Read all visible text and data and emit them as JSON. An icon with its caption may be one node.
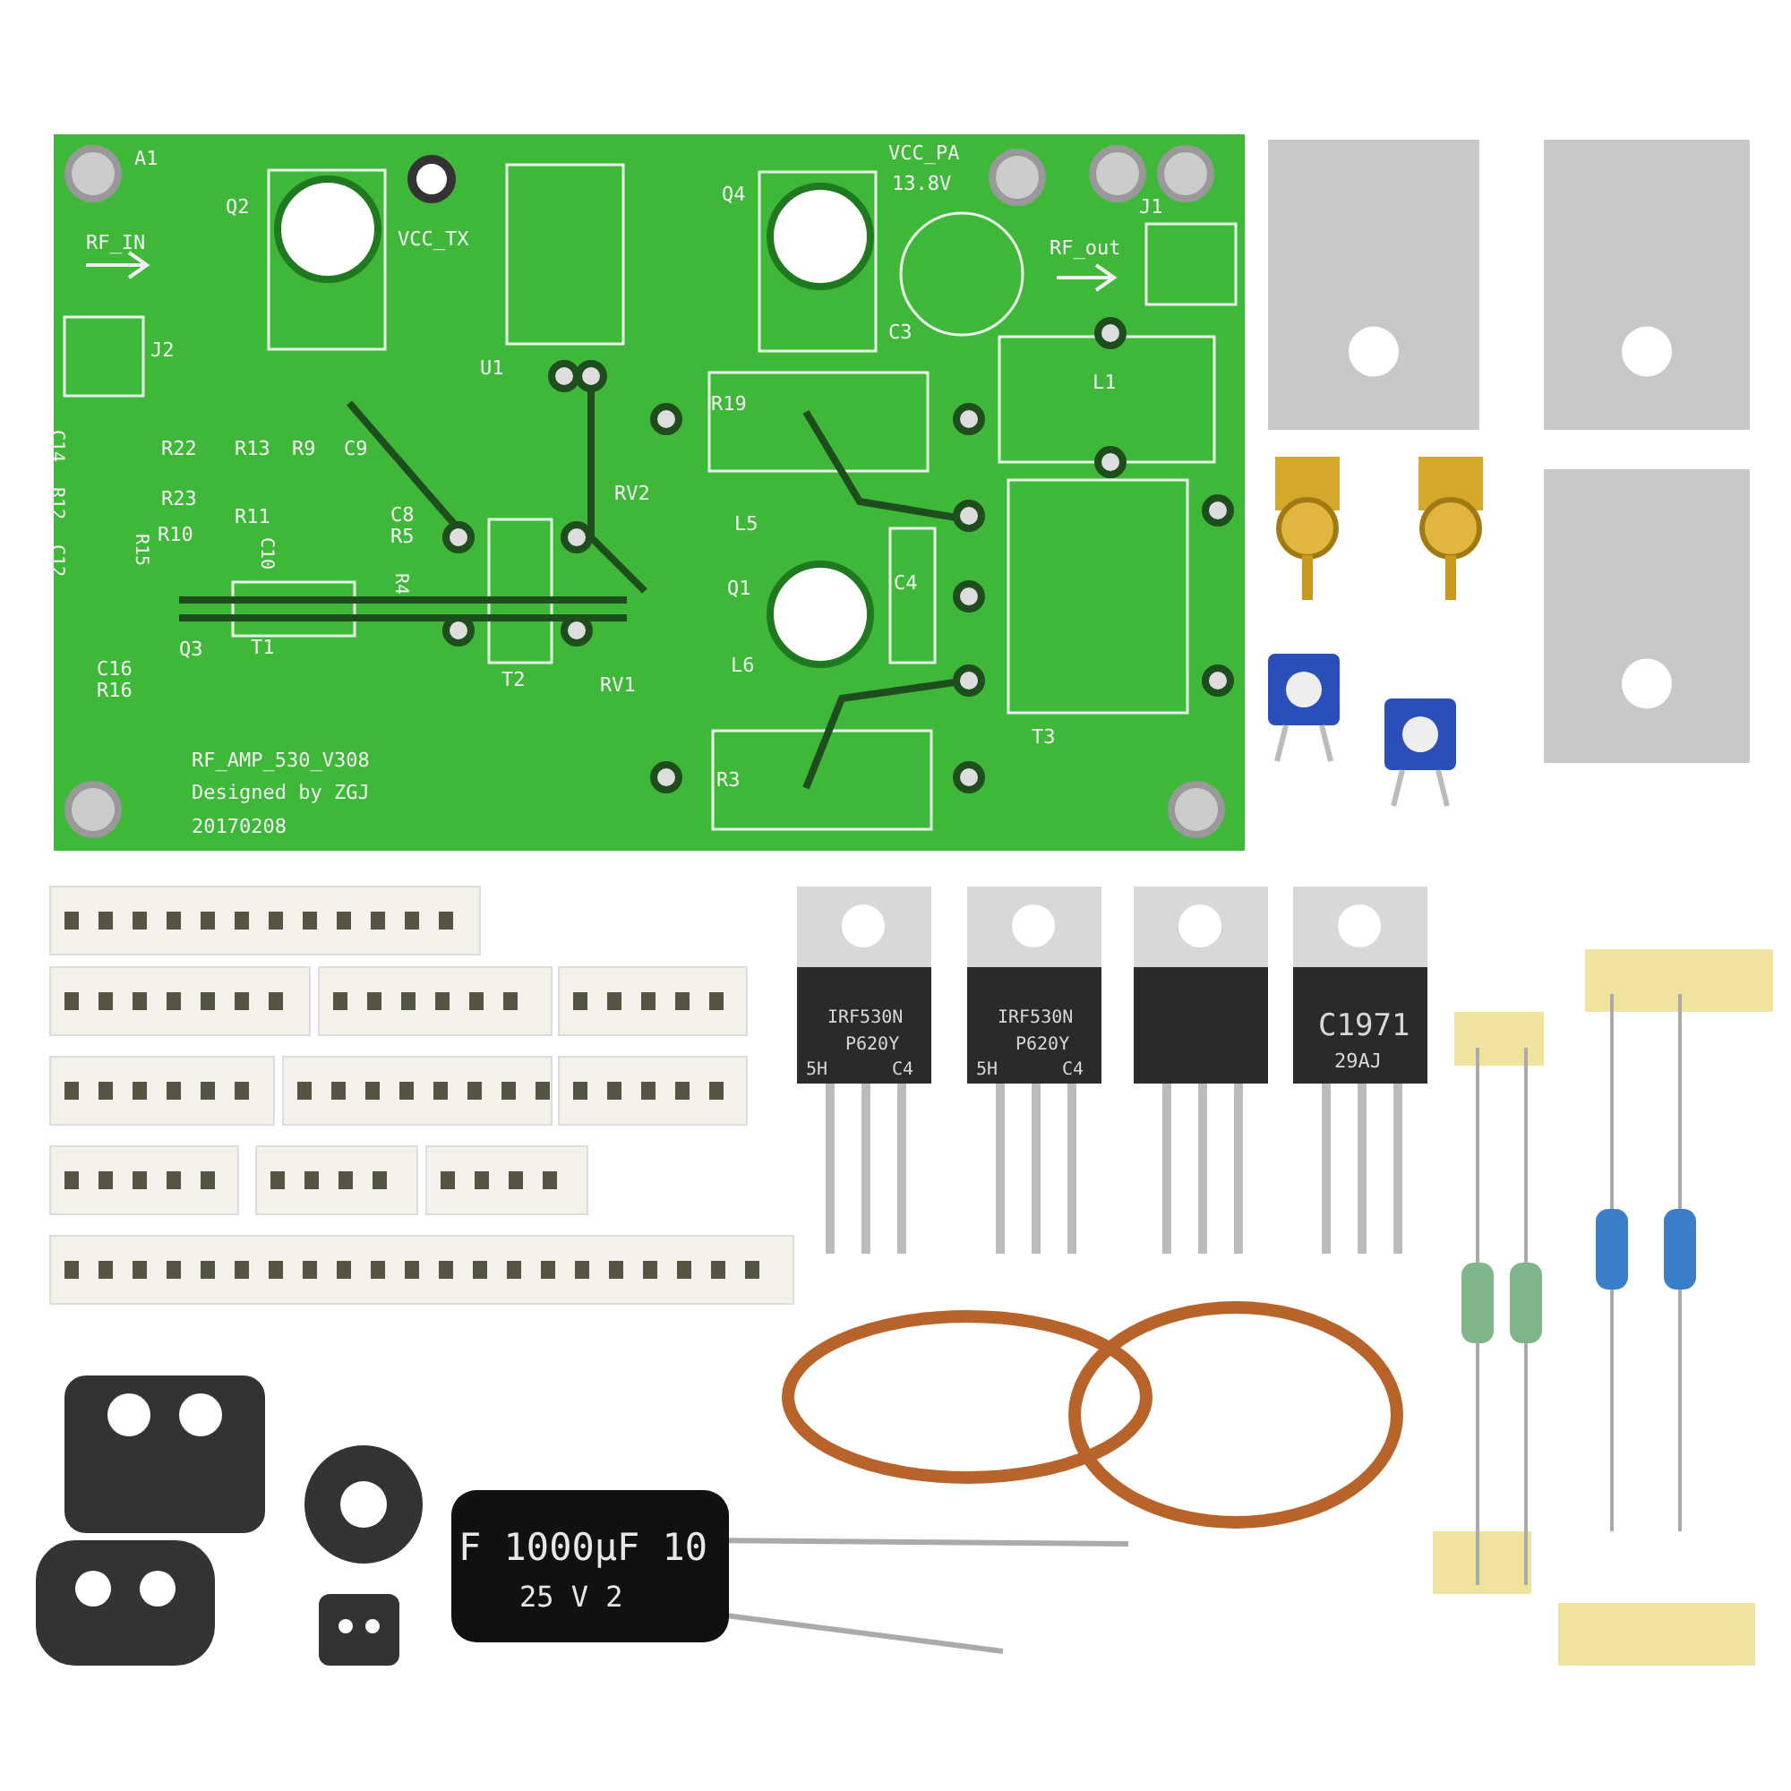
{
  "diagram": {
    "labels": [
      "A1",
      "Q2",
      "VCC_TX",
      "VCC_PA",
      "13.8V",
      "Q4",
      "J1",
      "RF_IN",
      "RF_out",
      "C3",
      "J2",
      "U1",
      "R19",
      "L1",
      "R22",
      "R13",
      "R9",
      "C9",
      "C14",
      "RV2",
      "L5",
      "R23",
      "R11",
      "C8",
      "R5",
      "R12",
      "R15",
      "R10",
      "C10",
      "R4",
      "Q1",
      "C4",
      "C12",
      "T1",
      "T2",
      "RV1",
      "L6",
      "Q3",
      "C16",
      "R16",
      "T3",
      "R3",
      "RF_AMP_530_V308",
      "Designed by ZGJ",
      "20170208",
      "IRF530N",
      "P620Y",
      "5H",
      "C4",
      "IRF530N",
      "P620Y",
      "5H",
      "C4",
      "C1971",
      "29AJ",
      "F 1000μF 10",
      "25 V 2"
    ]
  }
}
